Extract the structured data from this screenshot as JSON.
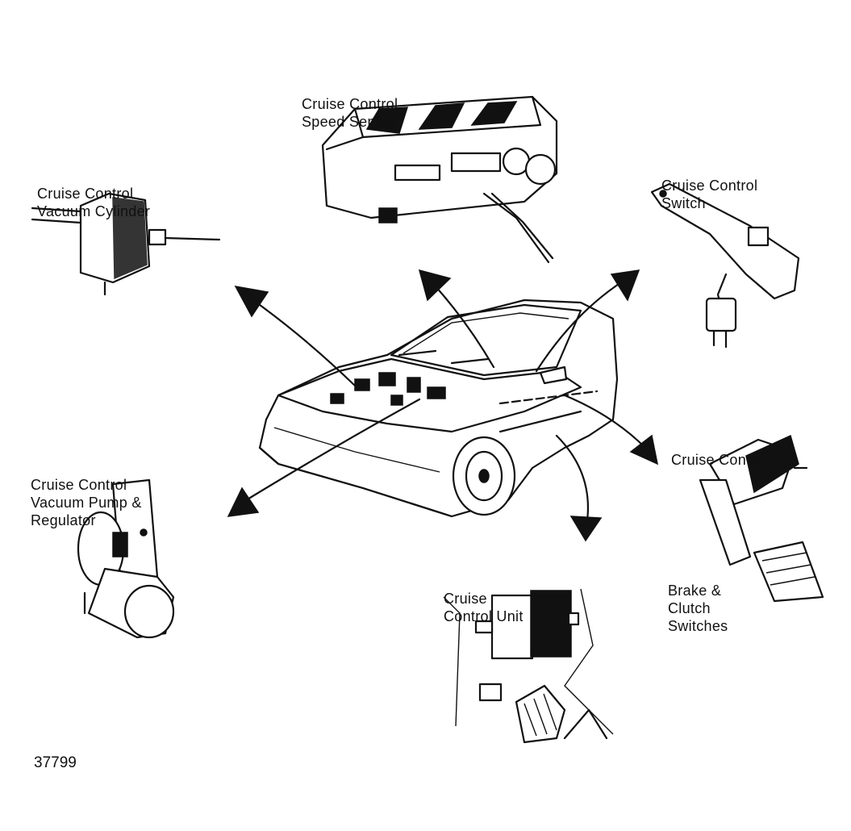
{
  "labels": {
    "speed_sensor": [
      "Cruise Control",
      "Speed Sensor"
    ],
    "vacuum_cylinder": [
      "Cruise Control",
      "Vacuum Cylinder"
    ],
    "switch": [
      "Cruise Control",
      "Switch"
    ],
    "vacuum_pump": [
      "Cruise Control",
      "Vacuum Pump &",
      "Regulator"
    ],
    "cruise_control": [
      "Cruise Control"
    ],
    "brake_clutch": [
      "Brake &",
      "Clutch",
      "Switches"
    ],
    "control_unit": [
      "Cruise",
      "Control Unit"
    ]
  },
  "reference_number": "37799"
}
